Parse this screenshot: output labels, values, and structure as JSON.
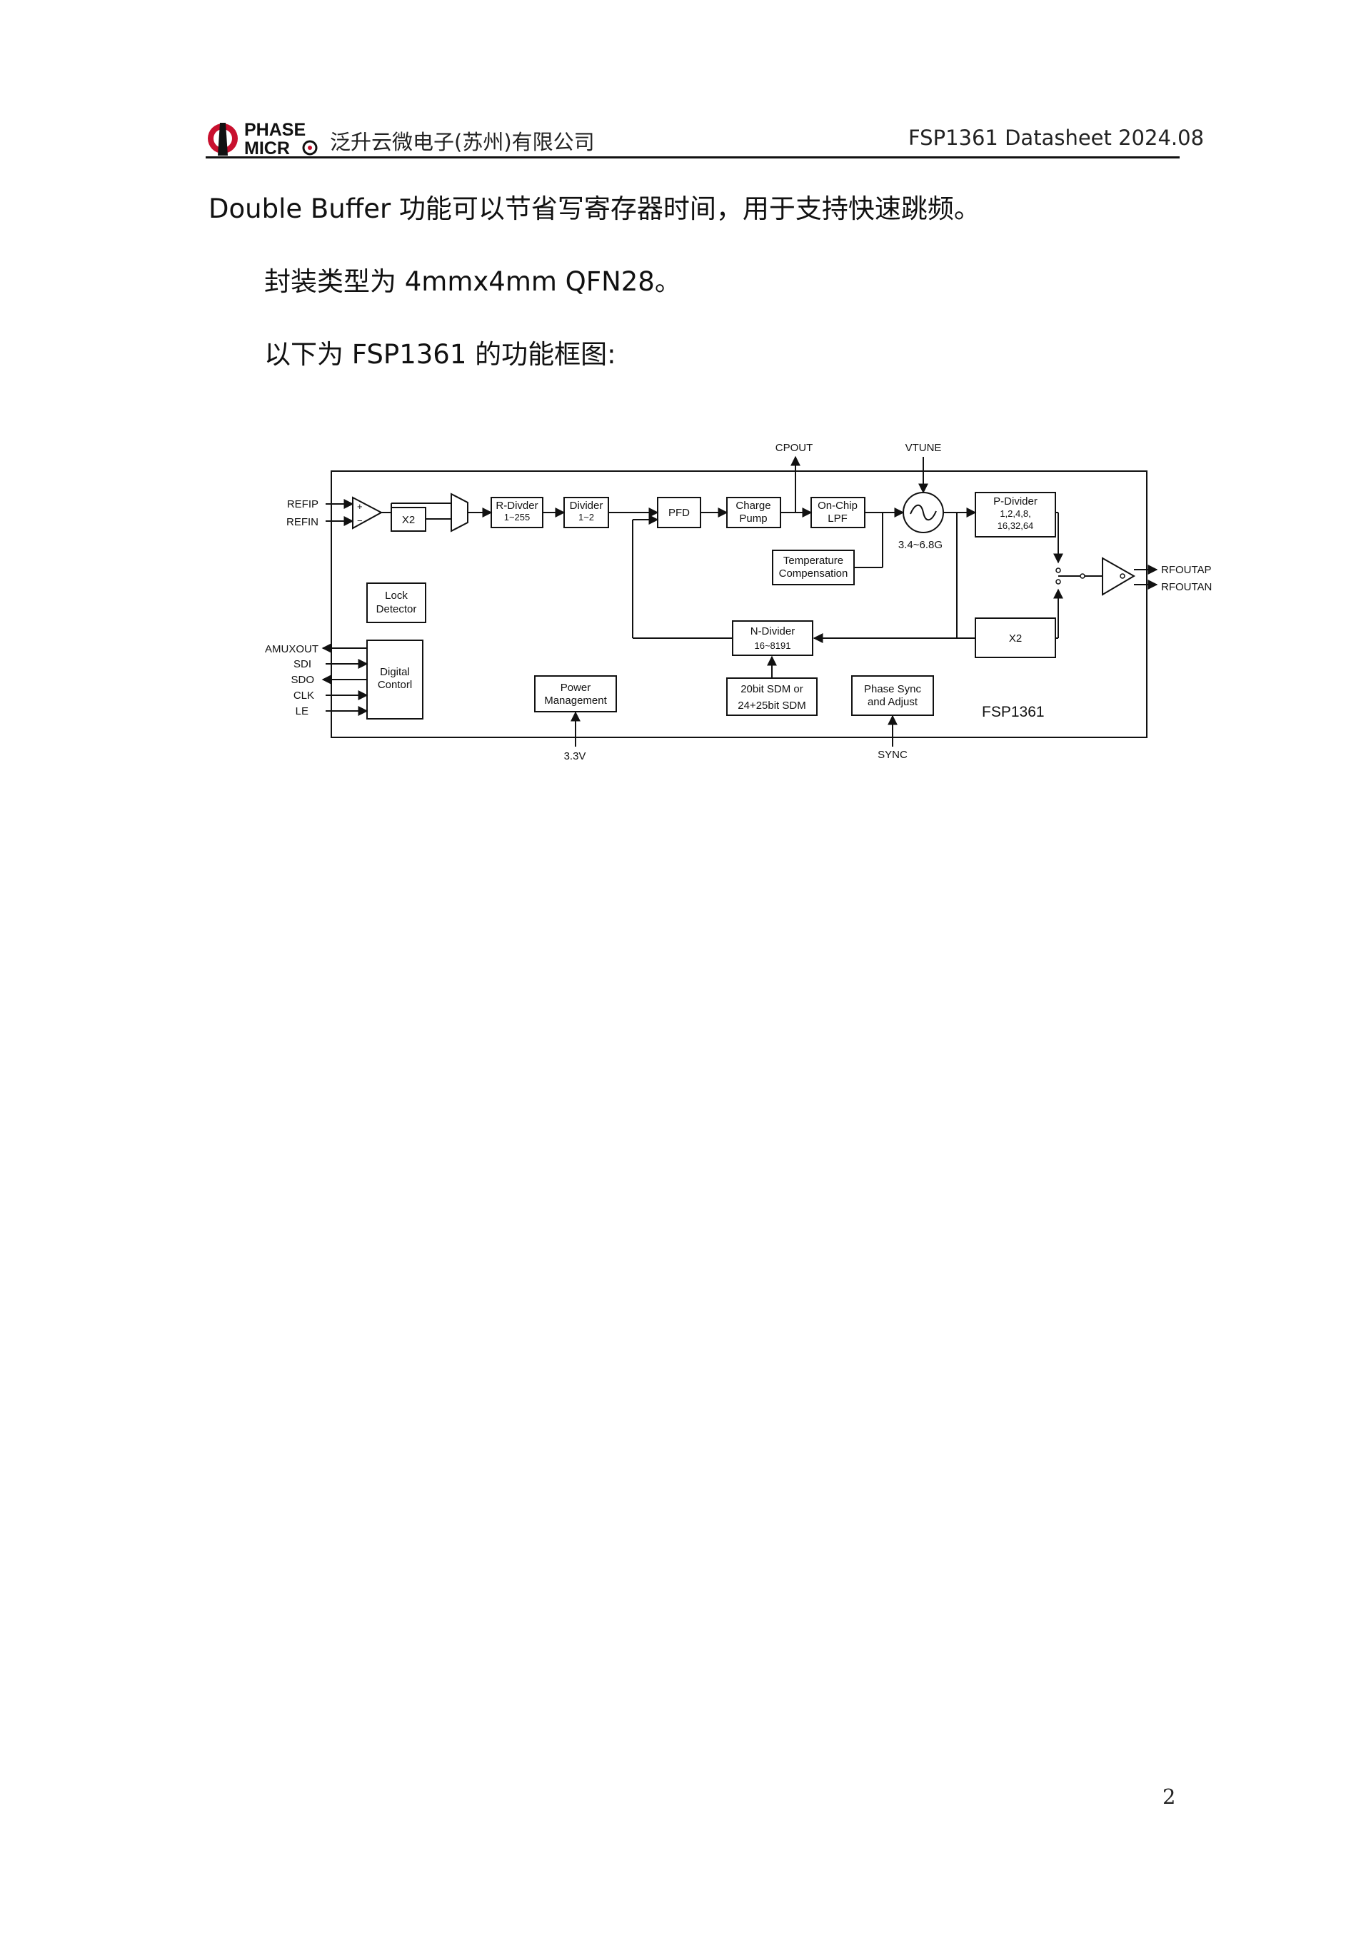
{
  "header": {
    "logo_top": "PHASE",
    "logo_bottom": "MICR",
    "company": "泛升云微电子(苏州)有限公司",
    "doc_title": "FSP1361 Datasheet 2024.08"
  },
  "body": {
    "p1": "Double Buffer 功能可以节省写寄存器时间，用于支持快速跳频。",
    "p2": "封装类型为 4mmx4mm QFN28。",
    "p3": "以下为 FSP1361 的功能框图:"
  },
  "diagram": {
    "pins_left": {
      "refip": "REFIP",
      "refin": "REFIN",
      "amuxout": "AMUXOUT",
      "sdi": "SDI",
      "sdo": "SDO",
      "clk": "CLK",
      "le": "LE"
    },
    "pins_top": {
      "cpout": "CPOUT",
      "vtune": "VTUNE"
    },
    "pins_bottom": {
      "v33": "3.3V",
      "sync": "SYNC"
    },
    "pins_right": {
      "rfoutap": "RFOUTAP",
      "rfoutan": "RFOUTAN"
    },
    "blocks": {
      "x2_ref": "X2",
      "r_divider": [
        "R-Divder",
        "1~255"
      ],
      "divider": [
        "Divider",
        "1~2"
      ],
      "pfd": "PFD",
      "charge_pump": [
        "Charge",
        "Pump"
      ],
      "lpf": [
        "On-Chip",
        "LPF"
      ],
      "vco_range": "3.4~6.8G",
      "temp_comp": [
        "Temperature",
        "Compensation"
      ],
      "p_divider": [
        "P-Divider",
        "1,2,4,8,",
        "16,32,64"
      ],
      "lock_detector": [
        "Lock",
        "Detector"
      ],
      "digital_control": [
        "Digital",
        "Contorl"
      ],
      "n_divider": [
        "N-Divider",
        "16~8191"
      ],
      "x2_out": "X2",
      "power": [
        "Power",
        "Management"
      ],
      "sdm": [
        "20bit SDM or",
        "24+25bit SDM"
      ],
      "phase_sync": [
        "Phase Sync",
        "and Adjust"
      ],
      "chip_name": "FSP1361"
    }
  },
  "footer": {
    "page_number": "2"
  }
}
